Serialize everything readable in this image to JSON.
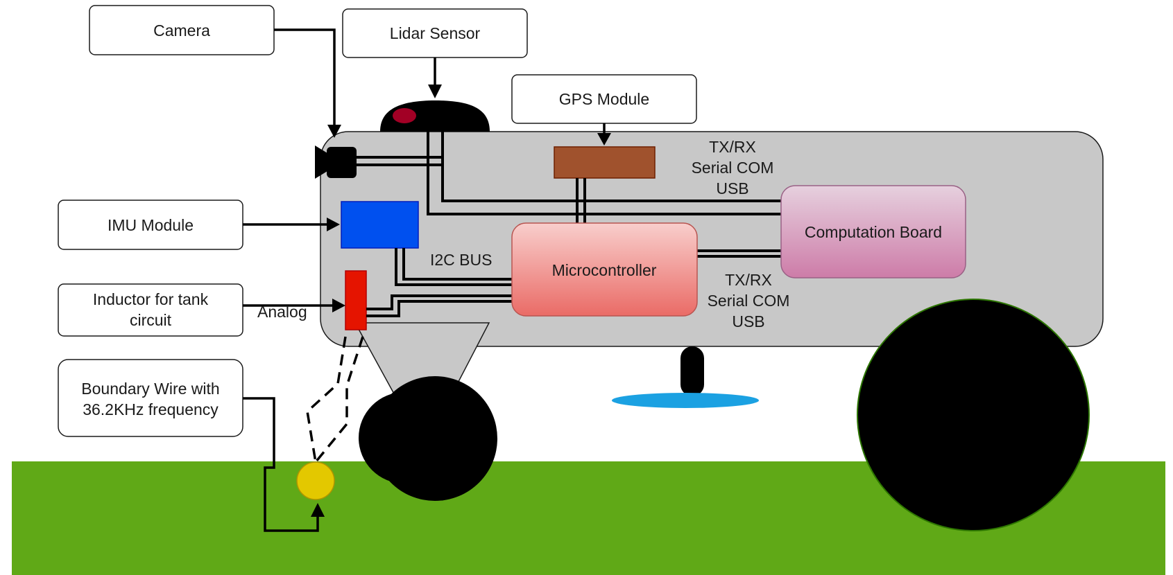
{
  "labels": {
    "camera": "Camera",
    "lidar": "Lidar Sensor",
    "gps": "GPS Module",
    "imu": "IMU Module",
    "inductor": [
      "Inductor for tank",
      "circuit"
    ],
    "boundary": [
      "Boundary Wire with",
      "36.2KHz frequency"
    ],
    "analog": "Analog",
    "i2c": "I2C BUS",
    "microcontroller": "Microcontroller",
    "computation": "Computation Board",
    "serial_top": [
      "TX/RX",
      "Serial COM",
      "USB"
    ],
    "serial_bottom": [
      "TX/RX",
      "Serial COM",
      "USB"
    ]
  },
  "colors": {
    "body": "#c8c8c8",
    "ground": "#60a917",
    "gps_chip": "#a0522d",
    "imu_chip": "#0050ef",
    "inductor_chip": "#e51400",
    "sensor_light": "#a20025",
    "wire_point": "#e3c800",
    "water": "#1ba1e2",
    "micro_top": "#f8cecc",
    "micro_bottom": "#ea6b66",
    "comp_top": "#e6d0de",
    "comp_bottom": "#cd7ca8"
  },
  "icons": {
    "camera": "camera-icon",
    "lidar": "lidar-dome-icon",
    "wheel": "wheel-icon"
  }
}
